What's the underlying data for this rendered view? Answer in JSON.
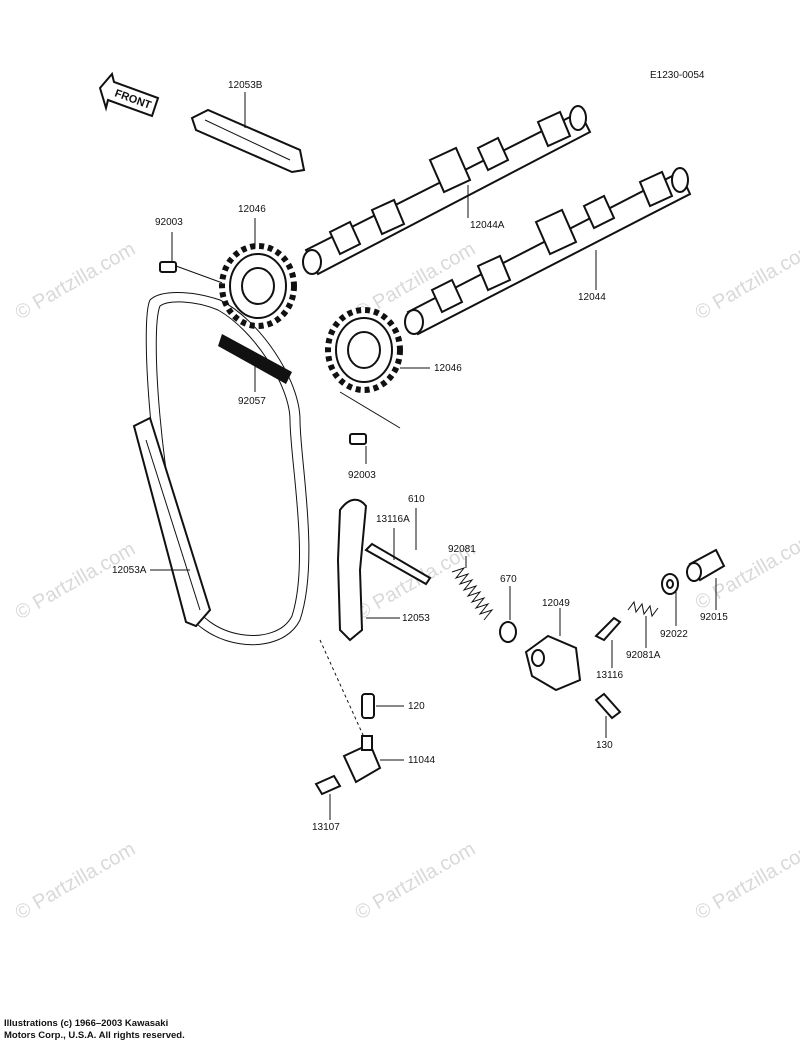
{
  "diagram_code": "E1230-0054",
  "front_label": "FRONT",
  "watermark": "© Partzilla.com",
  "parts": [
    {
      "id": "12053B",
      "name": "guide"
    },
    {
      "id": "92003",
      "name": "bolt-upper"
    },
    {
      "id": "12046",
      "name": "sprocket-upper"
    },
    {
      "id": "12044A",
      "name": "camshaft-upper"
    },
    {
      "id": "12044",
      "name": "camshaft-lower"
    },
    {
      "id": "92057",
      "name": "chain"
    },
    {
      "id": "12046",
      "name": "sprocket-lower"
    },
    {
      "id": "92003",
      "name": "bolt-lower"
    },
    {
      "id": "610",
      "name": "part-610"
    },
    {
      "id": "13116A",
      "name": "pin"
    },
    {
      "id": "92081",
      "name": "spring"
    },
    {
      "id": "670",
      "name": "o-ring"
    },
    {
      "id": "12049",
      "name": "tensioner"
    },
    {
      "id": "12053A",
      "name": "guide-left"
    },
    {
      "id": "12053",
      "name": "guide-tensioner"
    },
    {
      "id": "92015",
      "name": "nut"
    },
    {
      "id": "92022",
      "name": "washer"
    },
    {
      "id": "92081A",
      "name": "spring-small"
    },
    {
      "id": "13116",
      "name": "rod"
    },
    {
      "id": "120",
      "name": "bolt-120"
    },
    {
      "id": "130",
      "name": "bolt-130"
    },
    {
      "id": "11044",
      "name": "bracket"
    },
    {
      "id": "13107",
      "name": "pin-13107"
    }
  ],
  "copyright_line1": "Illustrations (c) 1966–2003 Kawasaki",
  "copyright_line2": "Motors Corp., U.S.A.  All rights reserved."
}
